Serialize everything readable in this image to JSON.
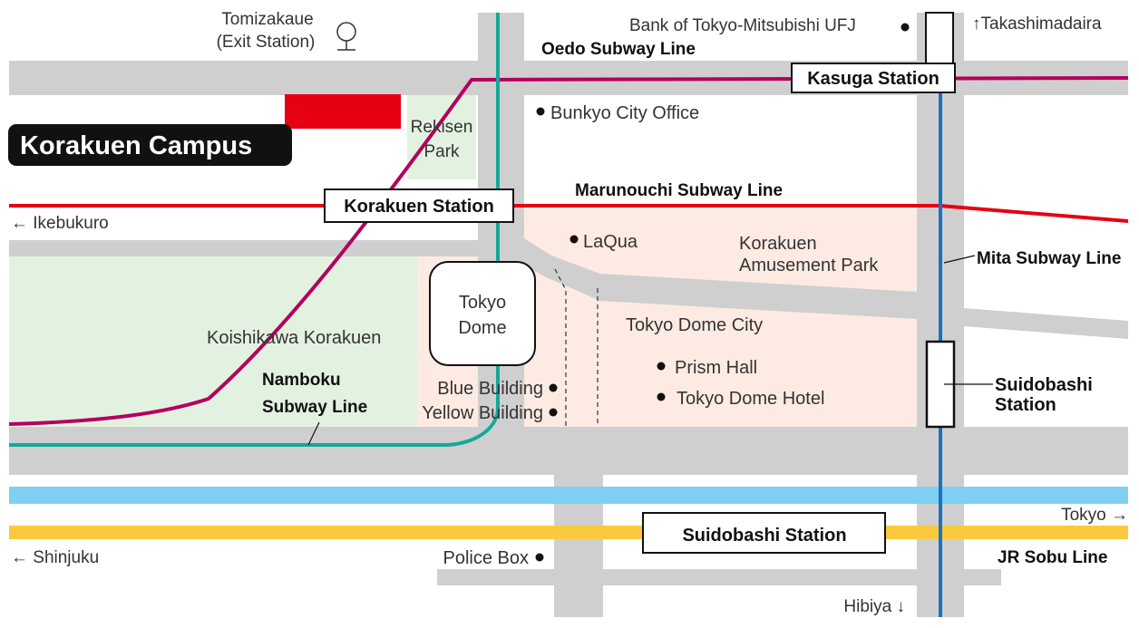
{
  "map": {
    "campus": "Korakuen Campus",
    "exit_station": [
      "Tomizakaue",
      "(Exit Station)"
    ],
    "bank": "Bank of Tokyo-Mitsubishi UFJ",
    "to_takashimadaira": "↑Takashimadaira",
    "oedo_line": "Oedo Subway Line",
    "kasuga_station": "Kasuga Station",
    "rekisen_park": [
      "Rekisen",
      "Park"
    ],
    "bunkyo_city_office": "Bunkyo City Office",
    "marunouchi_line": "Marunouchi Subway Line",
    "korakuen_station": "Korakuen Station",
    "to_ikebukuro": "← Ikebukuro",
    "laqua": "LaQua",
    "amusement_park": [
      "Korakuen",
      "Amusement Park"
    ],
    "mita_line": "Mita Subway Line",
    "tokyo_dome": [
      "Tokyo",
      "Dome"
    ],
    "tokyo_dome_city": "Tokyo Dome City",
    "koishikawa_korakuen": "Koishikawa Korakuen",
    "prism_hall": "Prism Hall",
    "tokyo_dome_hotel": "Tokyo Dome Hotel",
    "namboku_line": [
      "Namboku",
      "Subway Line"
    ],
    "blue_building": "Blue Building",
    "yellow_building": "Yellow Building",
    "suidobashi_subway_station": [
      "Suidobashi",
      "Station"
    ],
    "to_tokyo": "Tokyo →",
    "suidobashi_jr_station": "Suidobashi Station",
    "to_shinjuku": "← Shinjuku",
    "police_box": "Police Box",
    "jr_sobu_line": "JR Sobu Line",
    "to_hibiya": "Hibiya ↓"
  },
  "colors": {
    "road": "#cfcfcf",
    "park": "#e3f1e1",
    "dome_city": "#fdebe3",
    "campus_marker": "#e60012",
    "oedo_line": "#b3005e",
    "marunouchi_line": "#e60012",
    "namboku_line": "#14a89a",
    "mita_line": "#1a73c2",
    "canal": "#7fd0f2",
    "jr_sobu_line": "#fbc93d"
  },
  "icons": {
    "exit_station": "station-pin-icon",
    "landmark": "landmark-dot-icon"
  }
}
